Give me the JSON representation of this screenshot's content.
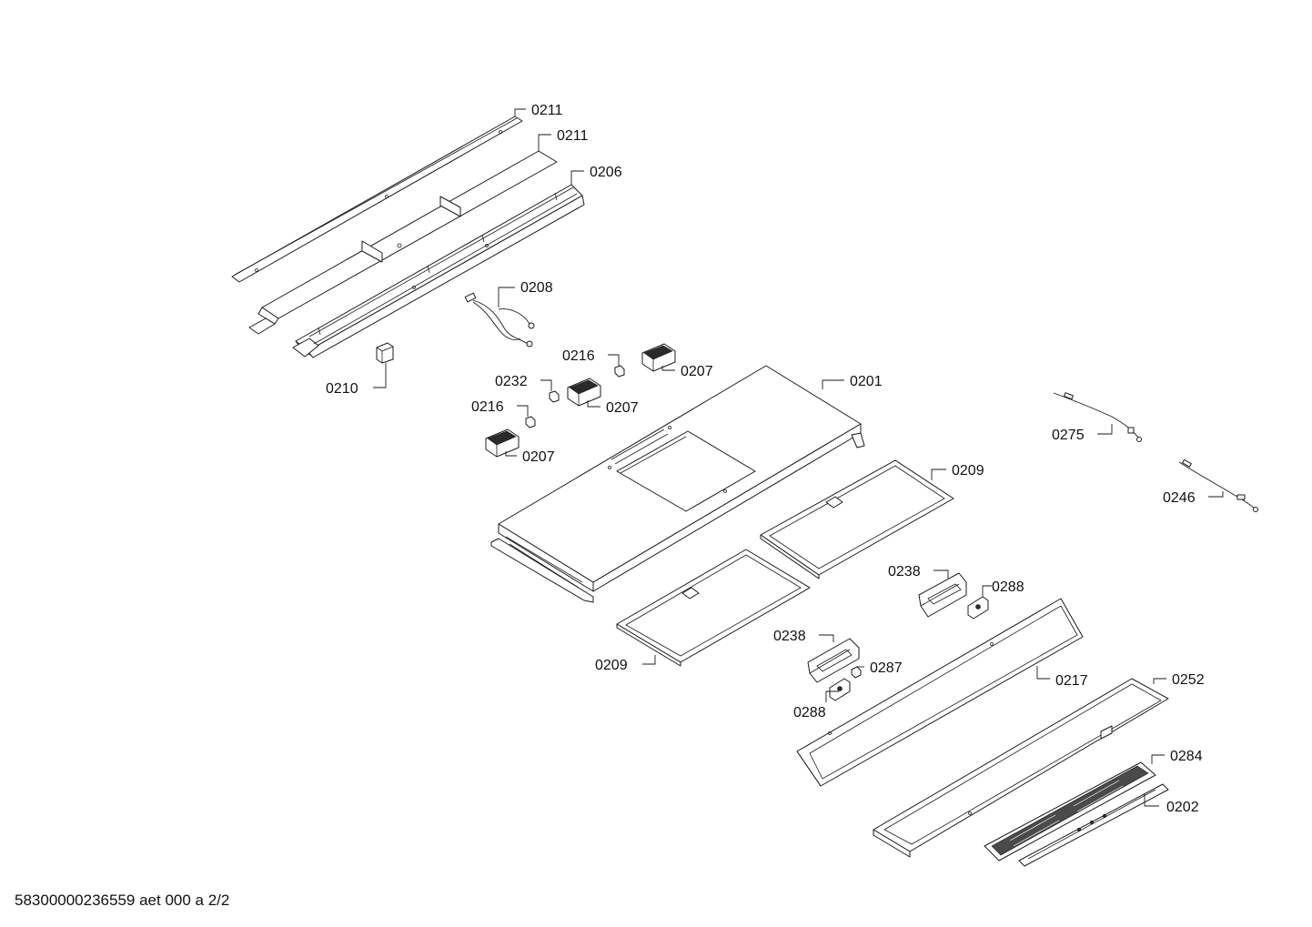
{
  "diagram": {
    "labels": {
      "l0211a": "0211",
      "l0211b": "0211",
      "l0206": "0206",
      "l0208": "0208",
      "l0210": "0210",
      "l0216a": "0216",
      "l0207a": "0207",
      "l0232": "0232",
      "l0207b": "0207",
      "l0216b": "0216",
      "l0207c": "0207",
      "l0201": "0201",
      "l0275": "0275",
      "l0209a": "0209",
      "l0246": "0246",
      "l0238a": "0238",
      "l0288a": "0288",
      "l0238b": "0238",
      "l0209b": "0209",
      "l0287": "0287",
      "l0288b": "0288",
      "l0217": "0217",
      "l0252": "0252",
      "l0284": "0284",
      "l0202": "0202"
    }
  },
  "footer": {
    "text": "58300000236559 aet 000 a 2/2"
  }
}
